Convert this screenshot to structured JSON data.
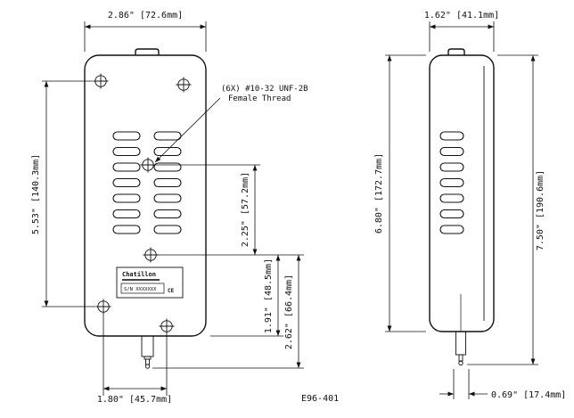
{
  "front_view": {
    "width_dim": "2.86\" [72.6mm]",
    "height_dim": "5.53\" [140.3mm]",
    "thread_callout_line1": "(6X) #10-32 UNF-2B",
    "thread_callout_line2": "Female Thread",
    "upper_span_dim": "2.25\" [57.2mm]",
    "lower_span_dim": "1.91\" [48.5mm]",
    "tip_span_dim": "2.62\" [66.4mm]",
    "base_width_dim": "1.80\" [45.7mm]",
    "label": {
      "brand": "Chatillon",
      "serial": "S/N XXXXXXX",
      "ce_mark": "CE"
    }
  },
  "side_view": {
    "width_dim": "1.62\" [41.1mm]",
    "body_height_dim": "6.80\" [172.7mm]",
    "overall_height_dim": "7.50\" [190.6mm]",
    "shaft_dim": "0.69\" [17.4mm]"
  },
  "drawing_number": "E96-401"
}
